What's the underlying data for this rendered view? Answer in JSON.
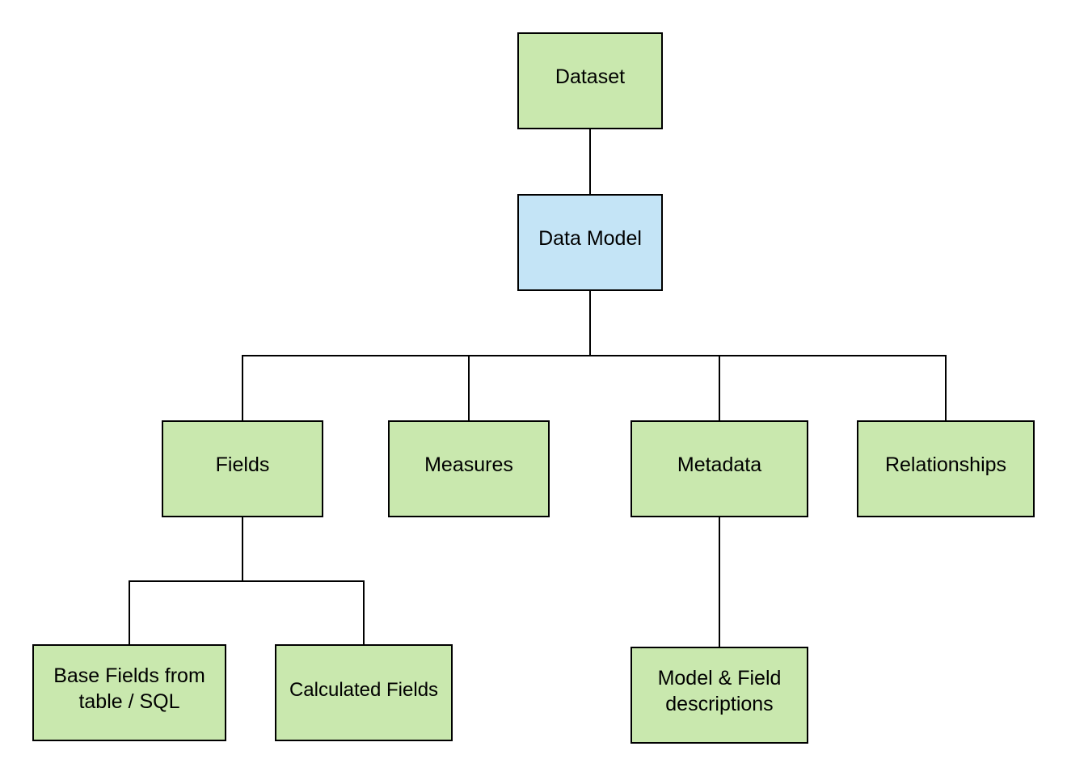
{
  "colors": {
    "node_fill_default": "#c9e8ae",
    "node_fill_highlight": "#c4e4f6",
    "border": "#000000",
    "connector": "#000000"
  },
  "nodes": {
    "dataset": {
      "label": "Dataset"
    },
    "data_model": {
      "label": "Data Model"
    },
    "fields": {
      "label": "Fields"
    },
    "measures": {
      "label": "Measures"
    },
    "metadata": {
      "label": "Metadata"
    },
    "relationships": {
      "label": "Relationships"
    },
    "base_fields": {
      "label": "Base Fields from\ntable / SQL"
    },
    "calculated_fields": {
      "label": "Calculated Fields"
    },
    "descriptions": {
      "label": "Model & Field\ndescriptions"
    }
  },
  "edges": [
    {
      "from": "dataset",
      "to": "data_model"
    },
    {
      "from": "data_model",
      "to": "fields"
    },
    {
      "from": "data_model",
      "to": "measures"
    },
    {
      "from": "data_model",
      "to": "metadata"
    },
    {
      "from": "data_model",
      "to": "relationships"
    },
    {
      "from": "fields",
      "to": "base_fields"
    },
    {
      "from": "fields",
      "to": "calculated_fields"
    },
    {
      "from": "metadata",
      "to": "descriptions"
    }
  ]
}
